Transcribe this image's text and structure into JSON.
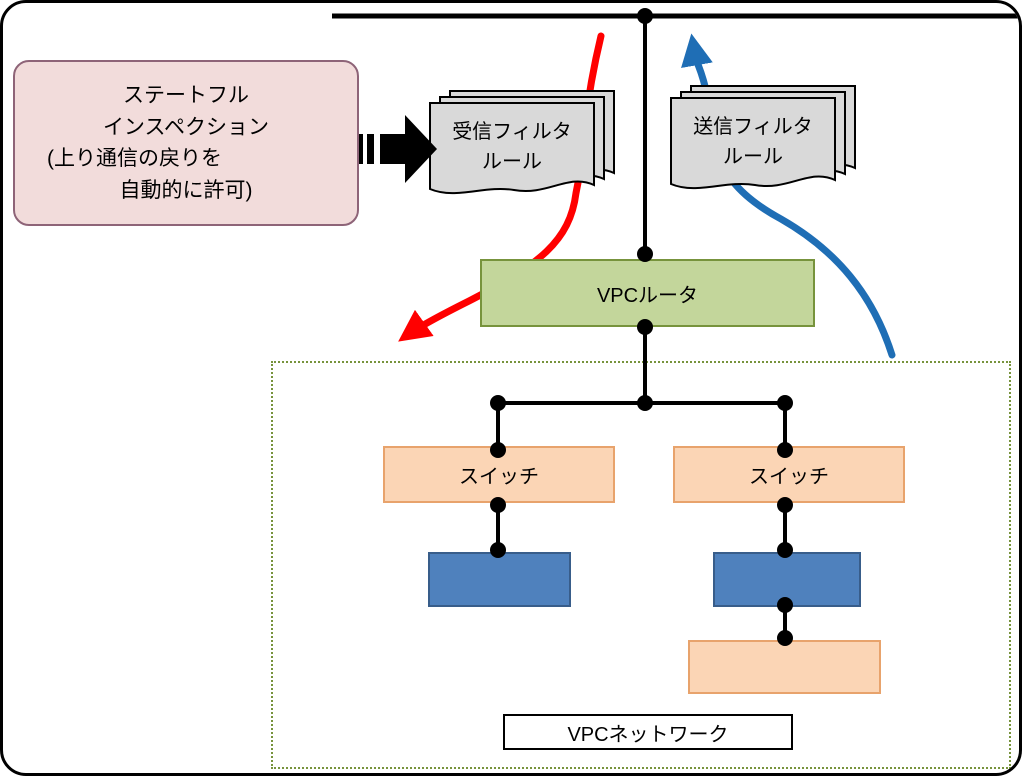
{
  "note": {
    "lines": [
      "ステートフル",
      "インスペクション",
      "(上り通信の戻りを",
      "自動的に許可)"
    ]
  },
  "inbound_filter": {
    "line1": "受信フィルタ",
    "line2": "ルール"
  },
  "outbound_filter": {
    "line1": "送信フィルタ",
    "line2": "ルール"
  },
  "router": {
    "label": "VPCルータ"
  },
  "switch_left": {
    "label": "スイッチ"
  },
  "switch_right": {
    "label": "スイッチ"
  },
  "network": {
    "label": "VPCネットワーク"
  },
  "colors": {
    "note_fill": "#f2dcdb",
    "note_border": "#8e6478",
    "document_fill": "#d9d9d9",
    "document_border": "#000000",
    "router_fill": "#c3d69b",
    "router_border": "#77933c",
    "switch_fill": "#fbd5b5",
    "switch_border": "#e8a36c",
    "server_fill": "#4f81bd",
    "server_border": "#385d8a",
    "inbound_arrow": "#ff0000",
    "outbound_arrow": "#1f6eb5",
    "network_boundary": "#77933c",
    "connector": "#000000"
  }
}
